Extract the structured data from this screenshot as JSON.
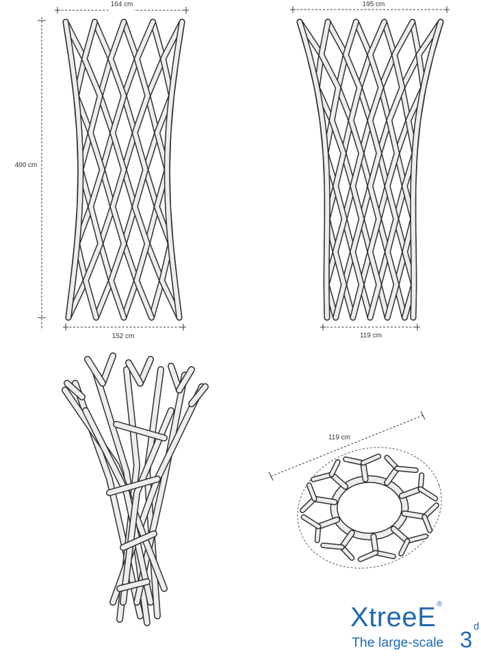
{
  "views": {
    "front": {
      "top_width": "164 cm",
      "height": "400 cm",
      "bottom_width": "152 cm"
    },
    "side": {
      "top_width": "195 cm",
      "bottom_width": "119 cm"
    },
    "plan": {
      "diameter": "119 cm"
    }
  },
  "logo": {
    "brand": "XtreeE",
    "registered": "®",
    "tagline": "The large-scale",
    "tagline_number": "3",
    "tagline_superscript": "d",
    "color": "#1f67b1"
  },
  "colors": {
    "line": "#2e2e2e",
    "fill": "#ededed",
    "dimension": "#333333"
  }
}
